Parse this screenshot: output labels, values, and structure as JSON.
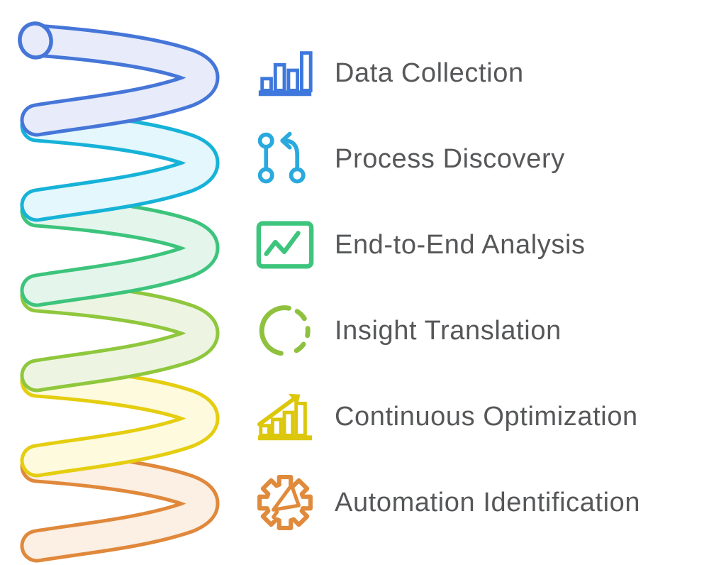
{
  "background": "#ffffff",
  "text_color": "#565759",
  "items": [
    {
      "label": "Data Collection",
      "icon": "bar-chart-icon",
      "color": "#3e78dd"
    },
    {
      "label": "Process Discovery",
      "icon": "git-branch-icon",
      "color": "#29a9dd"
    },
    {
      "label": "End-to-End Analysis",
      "icon": "line-chart-icon",
      "color": "#3ec57d"
    },
    {
      "label": "Insight Translation",
      "icon": "dashed-circle-icon",
      "color": "#8fc13e"
    },
    {
      "label": "Continuous Optimization",
      "icon": "growth-arrow-icon",
      "color": "#dcc70a"
    },
    {
      "label": "Automation Identification",
      "icon": "gear-icon",
      "color": "#e08a3c"
    }
  ],
  "spiral": {
    "loops": [
      {
        "name": "blue",
        "stroke": "#4576d8",
        "fill": "#e7ebfa"
      },
      {
        "name": "cyan",
        "stroke": "#16b2d8",
        "fill": "#e3f7fc"
      },
      {
        "name": "green",
        "stroke": "#3dc47c",
        "fill": "#e4f5ec"
      },
      {
        "name": "light-green",
        "stroke": "#8fc73d",
        "fill": "#edf5e2"
      },
      {
        "name": "yellow",
        "stroke": "#e5cd10",
        "fill": "#fdfade"
      },
      {
        "name": "orange",
        "stroke": "#e0883b",
        "fill": "#fcefe3"
      }
    ]
  }
}
